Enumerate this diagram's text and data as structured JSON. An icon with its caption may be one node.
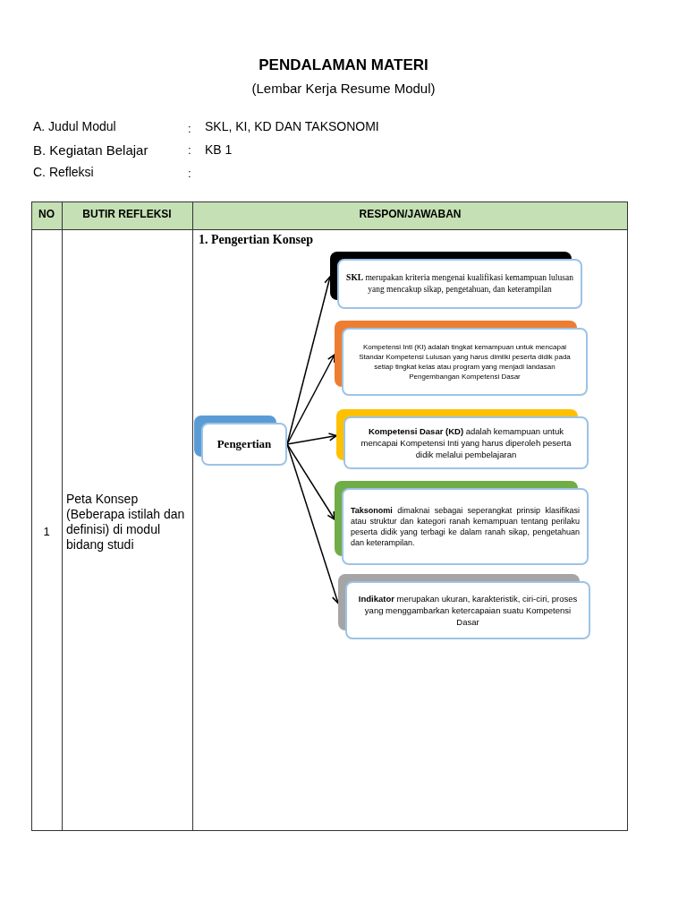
{
  "diagram": {
    "title": "PENDALAMAN MATERI",
    "nodes": [
      {
        "text": [
          "Pengertian"
        ]
      },
      {
        "text": [
          "**SKL** merupakan kriteria mengenai kualifikasi kemampuan lulusan yang mencakup sikap, pengetahuan, dan keterampilan"
        ]
      },
      {
        "text": [
          "Kompetensi Inti (KI) adalah tingkat kemampuan untuk mencapai Standar Kompetensi Lulusan yang harus dimilki peserta didik pada setiap tingkat kelas atau program yang menjadi landasan Pengembangan Kompetensi Dasar"
        ]
      },
      {
        "text": [
          "**Kompetensi Dasar (KD)** adalah kemampuan untuk mencapai Kompetensi Inti yang harus diperoleh peserta didik melalui pembelajaran"
        ]
      },
      {
        "text": [
          "**Taksonomi** dimaknai sebagai seperangkat prinsip klasifikasi atau struktur dan kategori ranah kemampuan tentang perilaku peserta didik yang terbagi ke dalam ranah sikap, pengetahuan dan keterampilan."
        ]
      },
      {
        "text": [
          "**Indikator** merupakan ukuran, karakteristik, ciri-ciri, proses yang menggambarkan ketercapaian suatu Kompetensi Dasar"
        ]
      }
    ],
    "edges": [
      {
        "from": 0,
        "to": 1,
        "arrow": "to"
      },
      {
        "from": 0,
        "to": 2,
        "arrow": "to"
      },
      {
        "from": 0,
        "to": 3,
        "arrow": "to"
      },
      {
        "from": 0,
        "to": 4,
        "arrow": "to"
      },
      {
        "from": 0,
        "to": 5,
        "arrow": "to"
      }
    ],
    "labels": [
      "(Lembar Kerja Resume Modul)",
      "A. Judul Modul",
      ":",
      "SKL, KI, KD DAN TAKSONOMI",
      "B. Kegiatan Belajar",
      ":",
      "KB 1",
      "C. Refleksi",
      ":",
      "NO",
      "BUTIR REFLEKSI",
      "RESPON/JAWABAN",
      "1",
      "Peta Konsep (Beberapa istilah dan definisi) di modul bidang studi",
      "1. Pengertian Konsep"
    ]
  }
}
